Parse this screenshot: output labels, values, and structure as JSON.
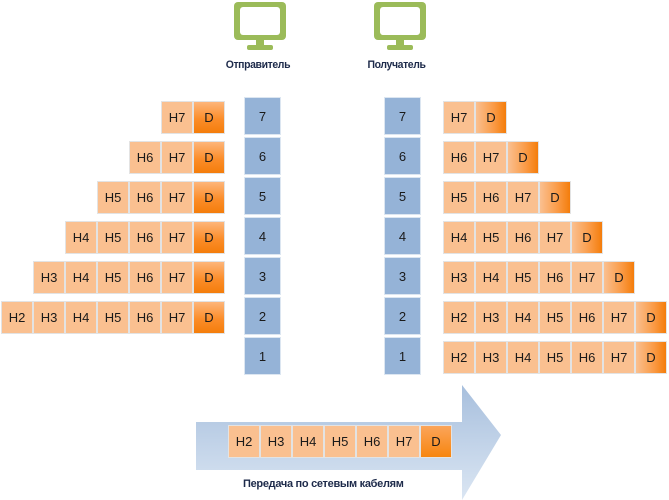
{
  "sender": {
    "label": "Отправитель",
    "icon": "monitor-icon",
    "color": "#9bbb59"
  },
  "receiver": {
    "label": "Получатель",
    "icon": "monitor-icon",
    "color": "#9bbb59"
  },
  "layers": [
    "7",
    "6",
    "5",
    "4",
    "3",
    "2",
    "1"
  ],
  "sender_packets": [
    [
      "H7",
      "D"
    ],
    [
      "H6",
      "H7",
      "D"
    ],
    [
      "H5",
      "H6",
      "H7",
      "D"
    ],
    [
      "H4",
      "H5",
      "H6",
      "H7",
      "D"
    ],
    [
      "H3",
      "H4",
      "H5",
      "H6",
      "H7",
      "D"
    ],
    [
      "H2",
      "H3",
      "H4",
      "H5",
      "H6",
      "H7",
      "D"
    ]
  ],
  "receiver_packets": [
    [
      "H7",
      "D"
    ],
    [
      "H6",
      "H7",
      "D"
    ],
    [
      "H5",
      "H6",
      "H7",
      "D"
    ],
    [
      "H4",
      "H5",
      "H6",
      "H7",
      "D"
    ],
    [
      "H3",
      "H4",
      "H5",
      "H6",
      "H7",
      "D"
    ],
    [
      "H2",
      "H3",
      "H4",
      "H5",
      "H6",
      "H7",
      "D"
    ],
    [
      "H2",
      "H3",
      "H4",
      "H5",
      "H6",
      "H7",
      "D"
    ]
  ],
  "transmission": {
    "packet": [
      "H2",
      "H3",
      "H4",
      "H5",
      "H6",
      "H7",
      "D"
    ],
    "label": "Передача по сетевым кабелям"
  },
  "colors": {
    "layer": "#95b3d7",
    "header": "#fac090",
    "data": "#f47d0b",
    "arrow": "#95b3d7",
    "monitor": "#9bbb59"
  }
}
